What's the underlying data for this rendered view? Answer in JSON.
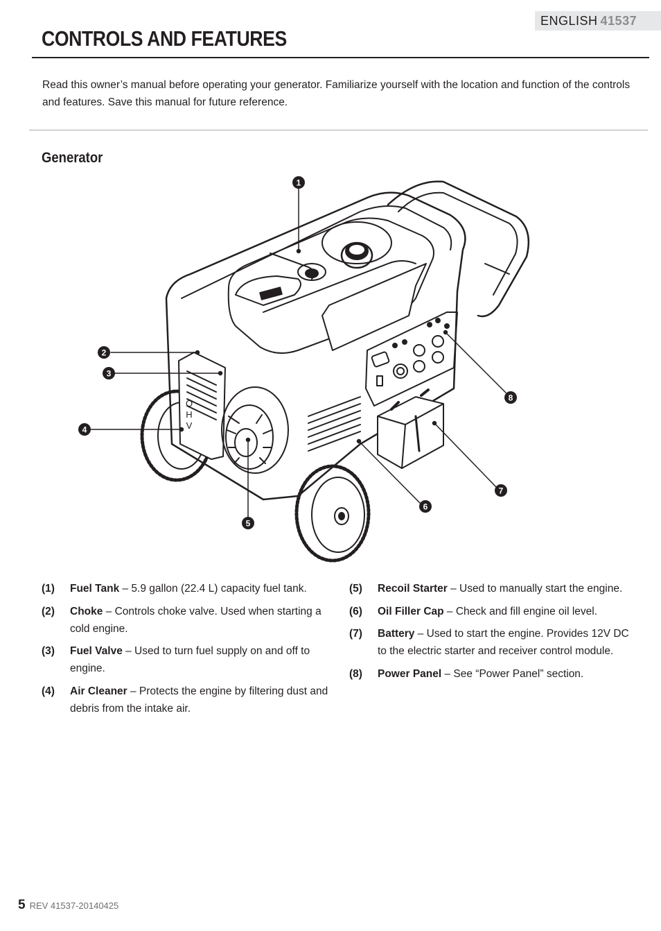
{
  "header": {
    "language": "ENGLISH",
    "model": "41537",
    "title": "CONTROLS AND FEATURES"
  },
  "intro": "Read this owner’s manual before operating your generator. Familiarize yourself with the location and function of the controls and features. Save this manual for future reference.",
  "section_title": "Generator",
  "figure": {
    "callouts": [
      "1",
      "2",
      "3",
      "4",
      "5",
      "6",
      "7",
      "8"
    ],
    "panel_lettering": [
      "O",
      "H",
      "V"
    ]
  },
  "legend": {
    "left": [
      {
        "num": "(1)",
        "term": "Fuel Tank",
        "desc": " – 5.9 gallon (22.4 L) capacity fuel tank."
      },
      {
        "num": "(2)",
        "term": "Choke",
        "desc": " – Controls choke valve. Used when starting a cold engine."
      },
      {
        "num": "(3)",
        "term": "Fuel Valve",
        "desc": " – Used to turn fuel supply on and off to engine."
      },
      {
        "num": "(4)",
        "term": "Air Cleaner",
        "desc": " – Protects the engine by filtering dust and debris from the intake air."
      }
    ],
    "right": [
      {
        "num": "(5)",
        "term": "Recoil Starter",
        "desc": " – Used to manually start the engine."
      },
      {
        "num": "(6)",
        "term": "Oil Filler Cap",
        "desc": " – Check and fill engine oil level."
      },
      {
        "num": "(7)",
        "term": "Battery",
        "desc": " – Used to start the engine. Provides 12V DC to the electric starter and receiver control module."
      },
      {
        "num": "(8)",
        "term": "Power Panel",
        "desc": " – See “Power Panel” section."
      }
    ]
  },
  "footer": {
    "page_number": "5",
    "revision": "REV 41537-20140425"
  }
}
